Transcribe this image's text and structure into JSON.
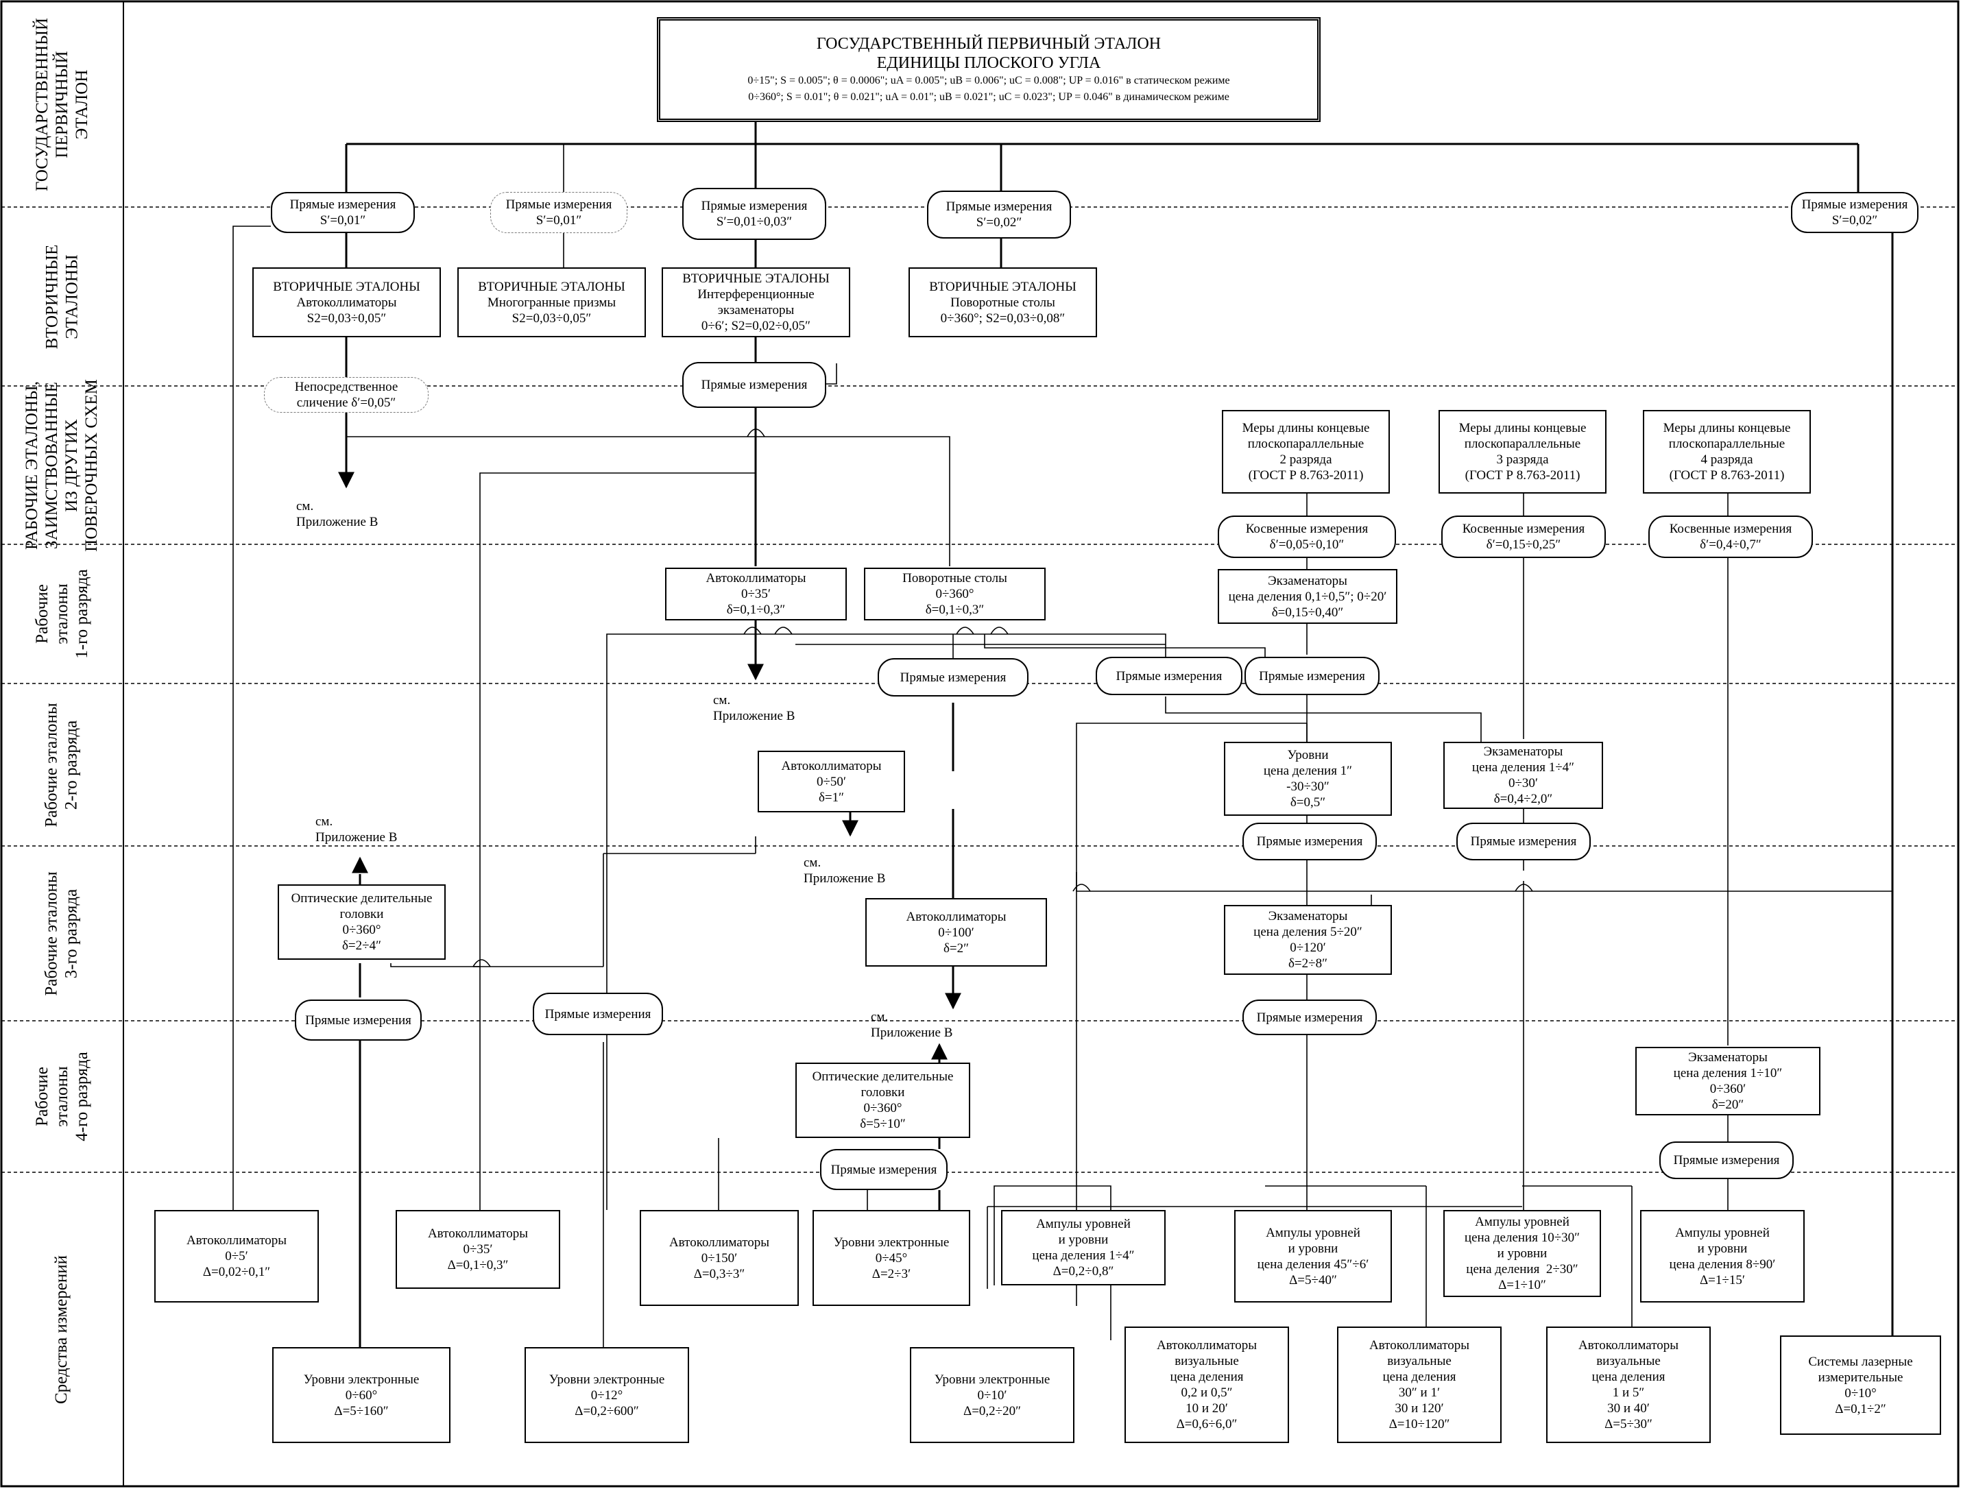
{
  "bands": [
    {
      "id": "state",
      "label": "ГОСУДАРСТВЕННЫЙ\nПЕРВИЧНЫЙ\nЭТАЛОН"
    },
    {
      "id": "secondary",
      "label": "ВТОРИЧНЫЕ\nЭТАЛОНЫ"
    },
    {
      "id": "borrowed",
      "label": "РАБОЧИЕ ЭТАЛОНЫ,\nЗАИМСТВОВАННЫЕ\nИЗ ДРУГИХ\nПОВЕРОЧНЫХ СХЕМ"
    },
    {
      "id": "rank1",
      "label": "Рабочие\nэталоны\n1-го разряда"
    },
    {
      "id": "rank2",
      "label": "Рабочие эталоны\n2-го разряда"
    },
    {
      "id": "rank3",
      "label": "Рабочие эталоны\n3-го разряда"
    },
    {
      "id": "rank4",
      "label": "Рабочие\nэталоны\n4-го разряда"
    },
    {
      "id": "instruments",
      "label": "Средства измерений"
    }
  ],
  "primary": {
    "title1": "ГОСУДАРСТВЕННЫЙ ПЕРВИЧНЫЙ ЭТАЛОН",
    "title2": "ЕДИНИЦЫ ПЛОСКОГО УГЛА",
    "static": "0÷15\"; S = 0.005\"; θ = 0.0006\"; uA = 0.005\"; uB = 0.006\"; uC = 0.008\"; UP = 0.016\" в статическом режиме",
    "dynamic": "0÷360°; S = 0.01\"; θ = 0.021\"; uA = 0.01\"; uB = 0.021\"; uC = 0.023\"; UP = 0.046\" в динамическом режиме"
  },
  "nodes": {
    "pm_s1": "Прямые измерения\nS′=0,01″",
    "pm_s2": "Прямые измерения\nS′=0,01″",
    "pm_s3": "Прямые измерения\nS′=0,01÷0,03″",
    "pm_s4": "Прямые измерения\nS′=0,02″",
    "pm_s5": "Прямые измерения\nS′=0,02″",
    "sec_autocoll": "ВТОРИЧНЫЕ ЭТАЛОНЫ\nАвтоколлиматоры\nS2=0,03÷0,05″",
    "sec_prisms": "ВТОРИЧНЫЕ ЭТАЛОНЫ\nМногогранные призмы\nS2=0,03÷0,05″",
    "sec_exam": "ВТОРИЧНЫЕ ЭТАЛОНЫ\nИнтерференционные\nэкзаменаторы\n0÷6′; S2=0,02÷0,05″",
    "sec_tables": "ВТОРИЧНЫЕ ЭТАЛОНЫ\nПоворотные столы\n0÷360°; S2=0,03÷0,08″",
    "direct_comp": "Непосредственное\nсличение δ′=0,05″",
    "pm_mid": "Прямые измерения",
    "see1": "см.\nПриложение В",
    "gauge2": "Меры длины концевые\nплоскопараллельные\n2 разряда\n(ГОСТ Р 8.763-2011)",
    "gauge3": "Меры длины концевые\nплоскопараллельные\n3 разряда\n(ГОСТ Р 8.763-2011)",
    "gauge4": "Меры длины концевые\nплоскопараллельные\n4 разряда\n(ГОСТ Р 8.763-2011)",
    "ind2": "Косвенные измерения\nδ′=0,05÷0,10″",
    "ind3": "Косвенные измерения\nδ′=0,15÷0,25″",
    "ind4": "Косвенные измерения\nδ′=0,4÷0,7″",
    "r1_autocoll": "Автоколлиматоры\n0÷35′\nδ=0,1÷0,3″",
    "r1_tables": "Поворотные столы\n0÷360°\nδ=0,1÷0,3″",
    "r1_exam": "Экзаменаторы\nцена деления 0,1÷0,5″; 0÷20′\nδ=0,15÷0,40″",
    "pm_r1a": "Прямые измерения",
    "pm_r1b": "Прямые измерения",
    "pm_r1c": "Прямые измерения",
    "see2": "см.\nПриложение В",
    "r2_autocoll": "Автоколлиматоры\n0÷50′\nδ=1″",
    "r2_levels": "Уровни\nцена деления 1″\n-30÷30″\nδ=0,5″",
    "r2_exam": "Экзаменаторы\nцена деления 1÷4″\n0÷30′\nδ=0,4÷2,0″",
    "see3": "см.\nПриложение В",
    "see4": "см.\nПриложение В",
    "pm_r2a": "Прямые измерения",
    "pm_r2b": "Прямые измерения",
    "r3_optical": "Оптические делительные\nголовки\n0÷360°\nδ=2÷4″",
    "r3_autocoll": "Автоколлиматоры\n0÷100′\nδ=2″",
    "r3_exam": "Экзаменаторы\nцена деления 5÷20″\n0÷120′\nδ=2÷8″",
    "pm_r3a": "Прямые измерения",
    "pm_r3b": "Прямые измерения",
    "pm_r3c": "Прямые измерения",
    "see5": "см.\nПриложение В",
    "r4_optical": "Оптические делительные\nголовки\n0÷360°\nδ=5÷10″",
    "r4_exam": "Экзаменаторы\nцена деления 1÷10″\n0÷360′\nδ=20″",
    "pm_r4a": "Прямые измерения",
    "pm_r4b": "Прямые измерения",
    "si_autocoll1": "Автоколлиматоры\n0÷5′\nΔ=0,02÷0,1″",
    "si_autocoll2": "Автоколлиматоры\n0÷35′\nΔ=0,1÷0,3″",
    "si_autocoll3": "Автоколлиматоры\n0÷150′\nΔ=0,3÷3″",
    "si_levels_e1": "Уровни электронные\n0÷45°\nΔ=2÷3′",
    "si_ampoules1": "Ампулы уровней\nи уровни\nцена деления 1÷4″\nΔ=0,2÷0,8″",
    "si_ampoules2": "Ампулы уровней\nи уровни\nцена деления 45″÷6′\nΔ=5÷40″",
    "si_ampoules3": "Ампулы уровней\nцена деления 10÷30″\nи уровни\nцена деления  2÷30″\nΔ=1÷10″",
    "si_ampoules4": "Ампулы уровней\nи уровни\nцена деления 8÷90′\nΔ=1÷15′",
    "si_levels_e2": "Уровни электронные\n0÷60°\nΔ=5÷160″",
    "si_levels_e3": "Уровни электронные\n0÷12°\nΔ=0,2÷600″",
    "si_levels_e4": "Уровни электронные\n0÷10′\nΔ=0,2÷20″",
    "si_av1": "Автоколлиматоры\nвизуальные\nцена деления\n0,2 и 0,5″\n10 и 20′\nΔ=0,6÷6,0″",
    "si_av2": "Автоколлиматоры\nвизуальные\nцена деления\n30″ и 1′\n30 и 120′\nΔ=10÷120″",
    "si_av3": "Автоколлиматоры\nвизуальные\nцена деления\n1 и 5″\n30 и 40′\nΔ=5÷30″",
    "si_laser": "Системы лазерные\nизмерительные\n0÷10°\nΔ=0,1÷2″"
  }
}
